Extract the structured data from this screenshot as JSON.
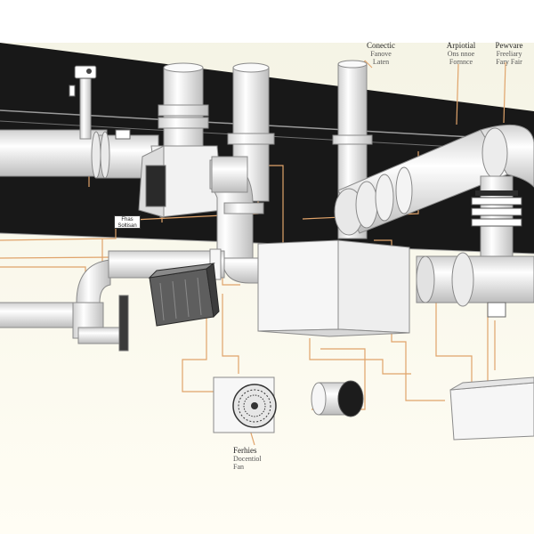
{
  "labels": {
    "callout_1": {
      "line1": "Conectic",
      "line2": "Fanove",
      "line3": "Laten"
    },
    "callout_2": {
      "line1": "Arpiotial",
      "line2": "Ons nnoe",
      "line3": "Fornnce"
    },
    "callout_3": {
      "line1": "Pewvare",
      "line2": "Freeliary",
      "line3": "Fary Fair"
    },
    "callout_4": {
      "line1": "Ferhies",
      "line2": "Docentiol",
      "line3": "Fan"
    },
    "tag": {
      "line1": "Fhas",
      "line2": "Soltisan"
    }
  },
  "colors": {
    "wall": "#181818",
    "floor": "#fbfaf2",
    "duct": "#f4f4f4",
    "duct_shade": "#d6d6d6",
    "wire": "#e0a36a",
    "outline": "#8a8a8a"
  },
  "icons": [
    "fan-grille-icon",
    "air-handler-icon",
    "duct-cap-icon",
    "sensor-icon"
  ]
}
